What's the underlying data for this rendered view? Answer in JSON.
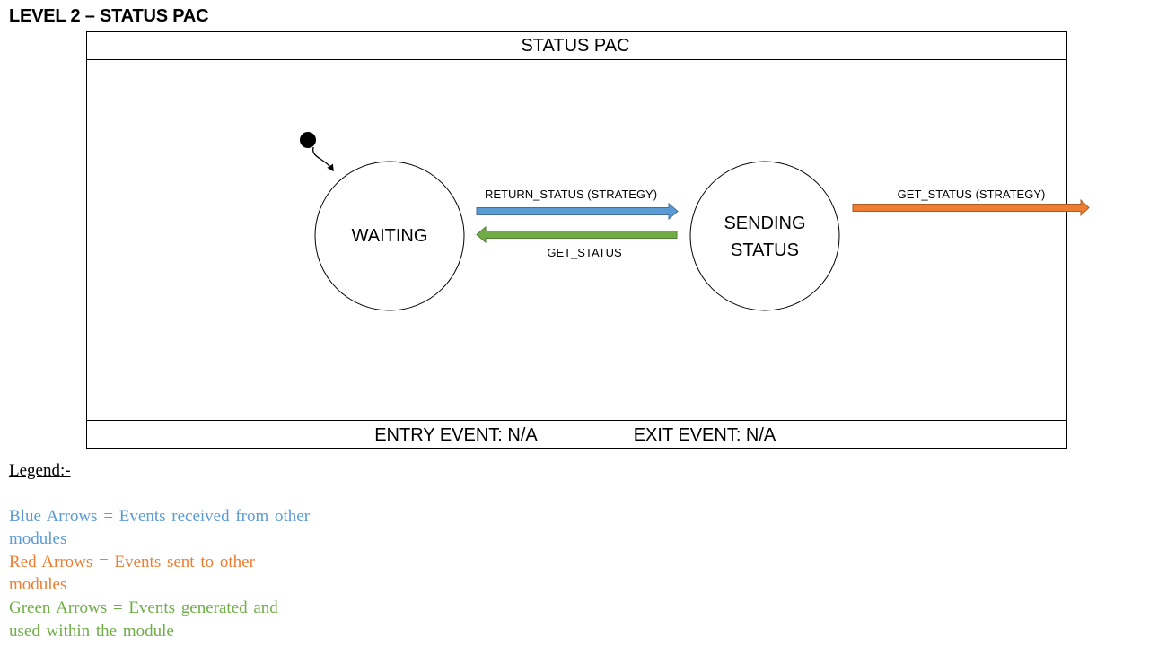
{
  "page_title": "LEVEL 2 – STATUS PAC",
  "frame": {
    "header": "STATUS PAC",
    "entry_event": "ENTRY EVENT: N/A",
    "exit_event": "EXIT EVENT: N/A"
  },
  "states": {
    "waiting": "WAITING",
    "sending_status_line1": "SENDING",
    "sending_status_line2": "STATUS"
  },
  "transitions": {
    "blue_label": "RETURN_STATUS (STRATEGY)",
    "green_label": "GET_STATUS",
    "orange_label": "GET_STATUS (STRATEGY)"
  },
  "colors": {
    "blue": "#5B9BD5",
    "green": "#70AD47",
    "orange": "#ED7D31"
  },
  "legend": {
    "title": "Legend:-",
    "blue": "Blue Arrows = Events received from other modules",
    "red": "Red Arrows = Events sent to other modules",
    "green": "Green Arrows = Events generated and used within the module"
  }
}
